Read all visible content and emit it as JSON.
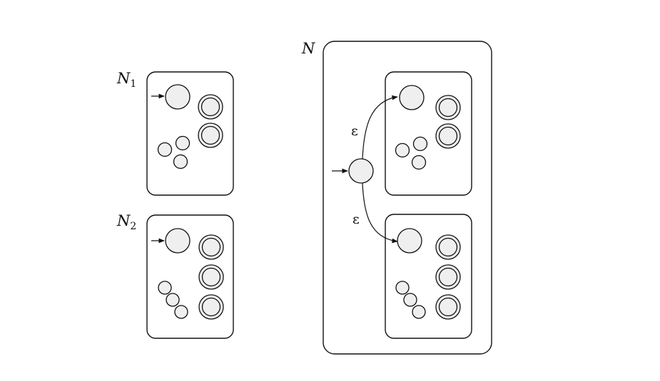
{
  "labels": {
    "n1_letter": "N",
    "n1_index": "1",
    "n2_letter": "N",
    "n2_index": "2",
    "n_letter": "N",
    "eps_top": "ε",
    "eps_bottom": "ε"
  },
  "colors": {
    "stroke": "#111111",
    "state_fill": "#efefef",
    "background": "#ffffff"
  }
}
